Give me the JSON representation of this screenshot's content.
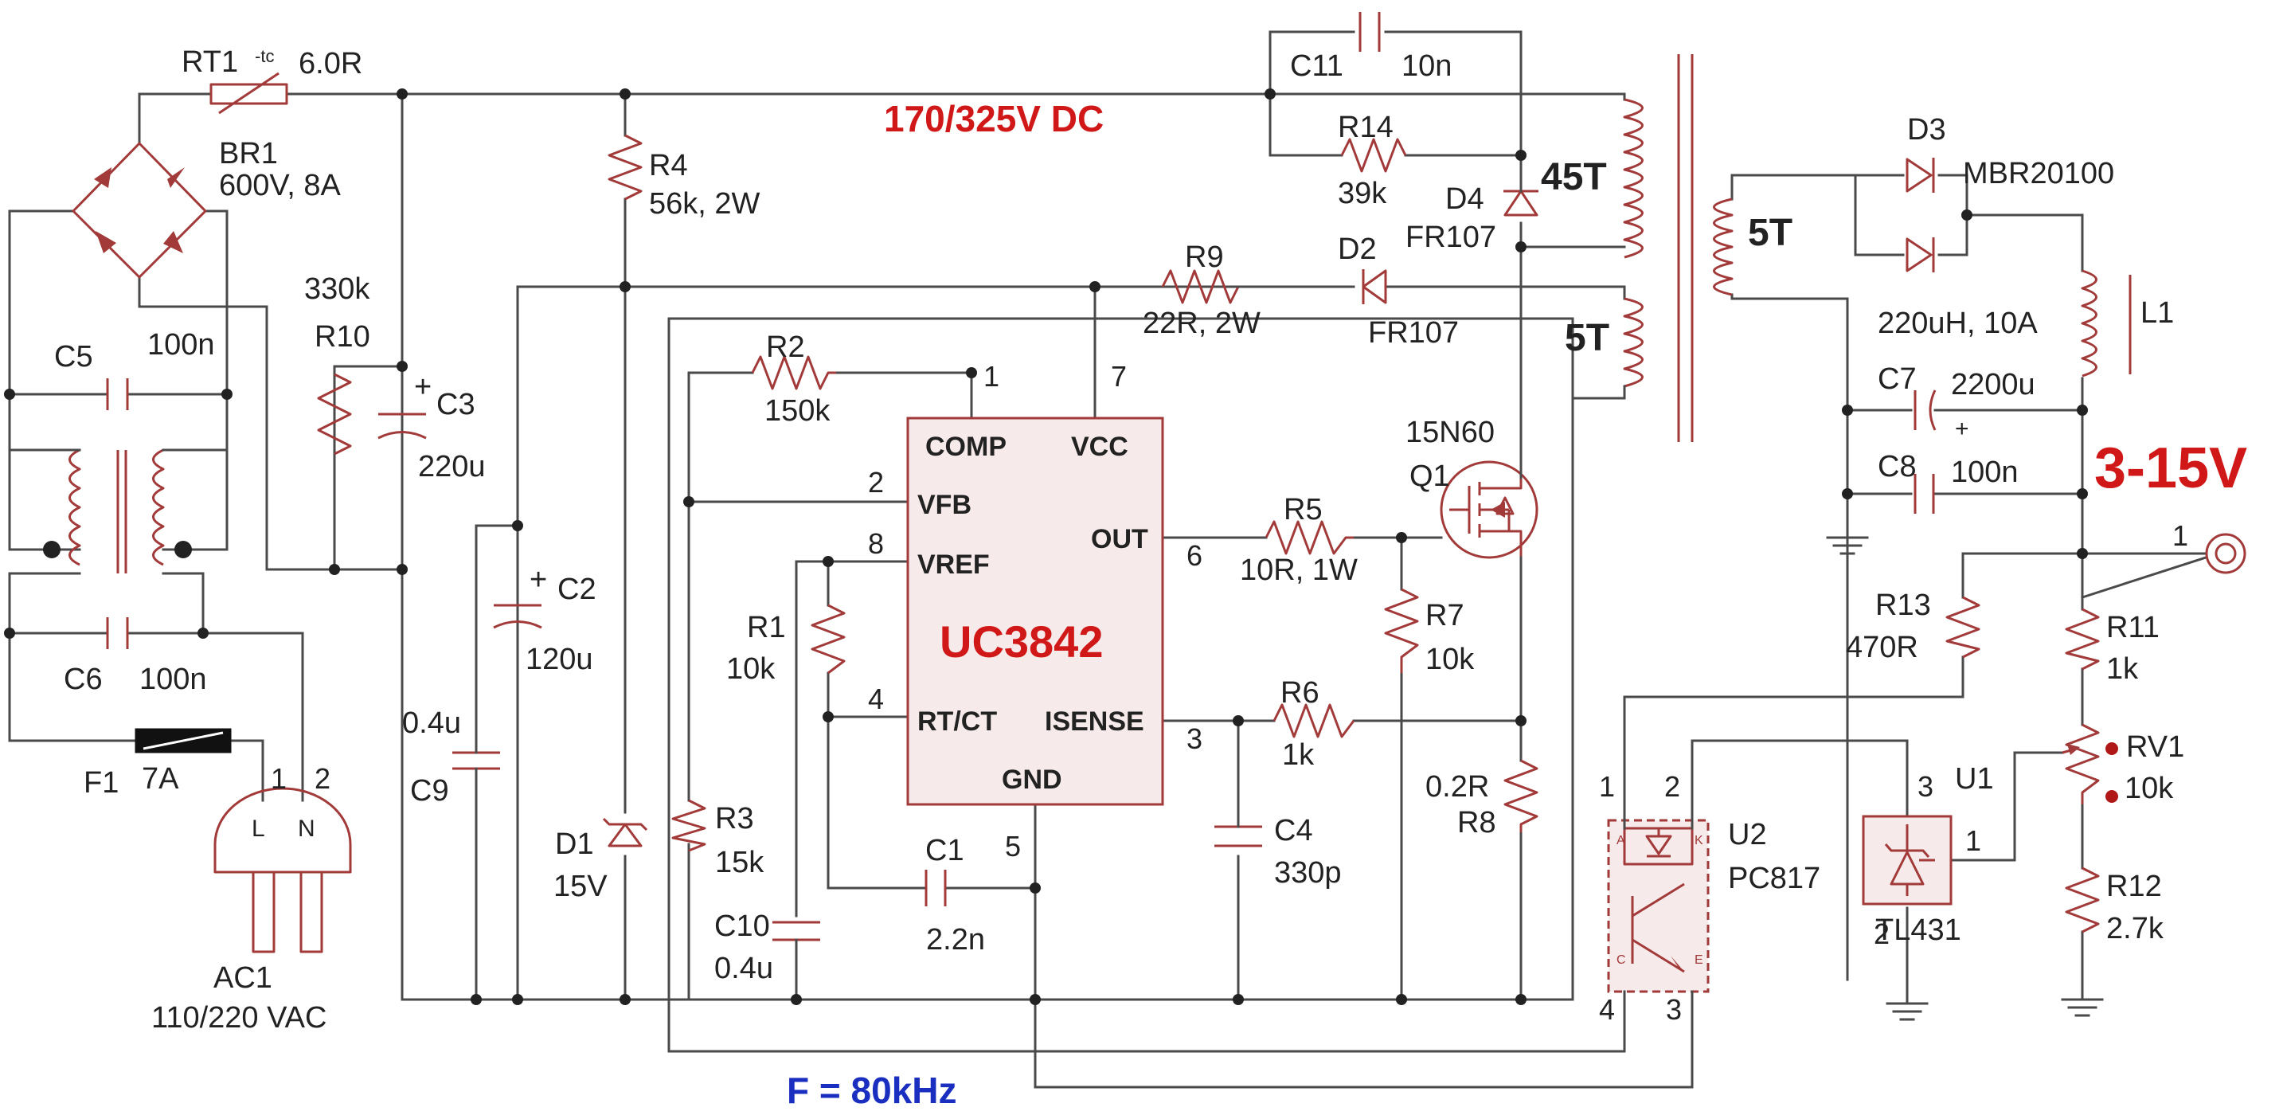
{
  "colors": {
    "wire": "#4a4a4a",
    "component": "#a23a3a",
    "ic_fill": "#f7eaea",
    "highlight_red": "#d01818",
    "highlight_blue": "#1a2fc0"
  },
  "annotations": {
    "dc_bus": "170/325V DC",
    "output": "3-15V",
    "frequency": "F = 80kHz"
  },
  "ic": {
    "name": "UC3842",
    "pins": {
      "comp": "COMP",
      "vcc": "VCC",
      "vfb": "VFB",
      "vref": "VREF",
      "out": "OUT",
      "rtct": "RT/CT",
      "isense": "ISENSE",
      "gnd": "GND"
    },
    "pin_numbers": {
      "comp": "1",
      "vcc": "7",
      "vfb": "2",
      "vref": "8",
      "out": "6",
      "rtct": "4",
      "isense": "3",
      "gnd": "5"
    }
  },
  "components": {
    "RT1": {
      "ref": "RT1",
      "value": "6.0R",
      "mark": "-tc"
    },
    "BR1": {
      "ref": "BR1",
      "value": "600V, 8A"
    },
    "C5": {
      "ref": "C5",
      "value": "100n"
    },
    "C6": {
      "ref": "C6",
      "value": "100n"
    },
    "F1": {
      "ref": "F1",
      "value": "7A"
    },
    "AC1": {
      "ref": "AC1",
      "value": "110/220 VAC",
      "pin1": "1",
      "pin2": "2",
      "l": "L",
      "n": "N"
    },
    "R10": {
      "ref": "R10",
      "value": "330k"
    },
    "C3": {
      "ref": "C3",
      "value": "220u"
    },
    "R4": {
      "ref": "R4",
      "value": "56k, 2W"
    },
    "C2": {
      "ref": "C2",
      "value": "120u"
    },
    "C9": {
      "ref": "C9",
      "value": "0.4u"
    },
    "D1": {
      "ref": "D1",
      "value": "15V"
    },
    "R2": {
      "ref": "R2",
      "value": "150k"
    },
    "R1": {
      "ref": "R1",
      "value": "10k"
    },
    "R3": {
      "ref": "R3",
      "value": "15k"
    },
    "C10": {
      "ref": "C10",
      "value": "0.4u"
    },
    "C1": {
      "ref": "C1",
      "value": "2.2n"
    },
    "R9": {
      "ref": "R9",
      "value": "22R, 2W"
    },
    "D2": {
      "ref": "D2",
      "value": "FR107"
    },
    "C11": {
      "ref": "C11",
      "value": "10n"
    },
    "R14": {
      "ref": "R14",
      "value": "39k"
    },
    "D4": {
      "ref": "D4",
      "value": "FR107"
    },
    "Q1": {
      "ref": "Q1",
      "value": "15N60"
    },
    "R5": {
      "ref": "R5",
      "value": "10R, 1W"
    },
    "R7": {
      "ref": "R7",
      "value": "10k"
    },
    "R6": {
      "ref": "R6",
      "value": "1k"
    },
    "C4": {
      "ref": "C4",
      "value": "330p"
    },
    "R8": {
      "ref": "R8",
      "value": "0.2R"
    },
    "T1": {
      "primary": "45T",
      "aux": "5T",
      "secondary": "5T"
    },
    "D3": {
      "ref": "D3",
      "value": "MBR20100"
    },
    "L1": {
      "ref": "L1",
      "value": "220uH, 10A"
    },
    "C7": {
      "ref": "C7",
      "value": "2200u"
    },
    "C8": {
      "ref": "C8",
      "value": "100n"
    },
    "R13": {
      "ref": "R13",
      "value": "470R"
    },
    "U2": {
      "ref": "U2",
      "value": "PC817",
      "p1": "1",
      "p2": "2",
      "p3": "3",
      "p4": "4",
      "a": "A",
      "k": "K",
      "c": "C",
      "e": "E"
    },
    "U1": {
      "ref": "U1",
      "value": "TL431",
      "p1": "1",
      "p2": "2",
      "p3": "3"
    },
    "R11": {
      "ref": "R11",
      "value": "1k"
    },
    "RV1": {
      "ref": "RV1",
      "value": "10k"
    },
    "R12": {
      "ref": "R12",
      "value": "2.7k"
    },
    "J1": {
      "pin": "1"
    }
  }
}
